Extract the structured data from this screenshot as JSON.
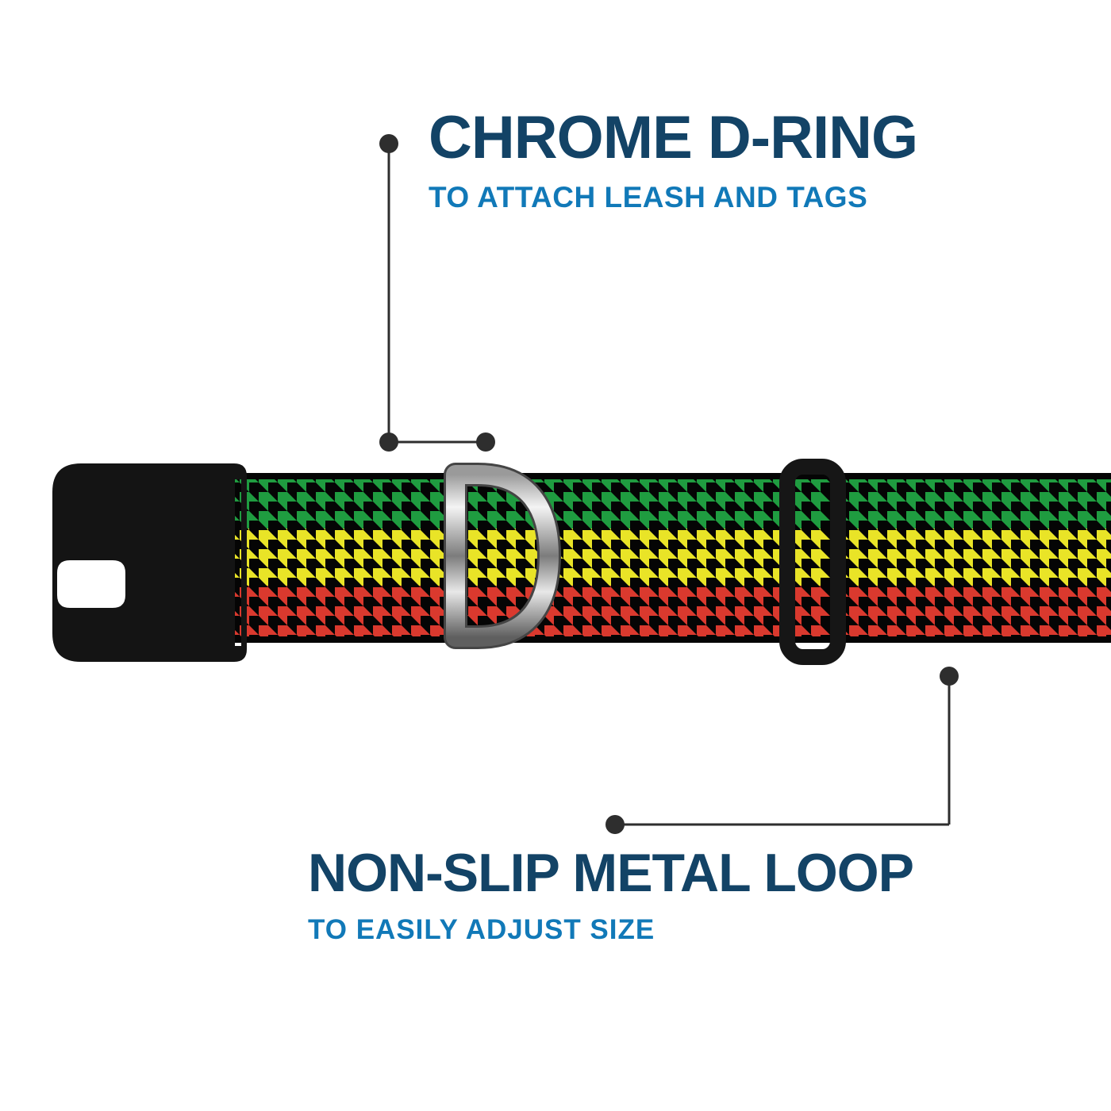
{
  "annotations": {
    "top": {
      "title": "CHROME D-RING",
      "subtitle": "TO ATTACH LEASH AND TAGS"
    },
    "bottom": {
      "title": "NON-SLIP METAL LOOP",
      "subtitle": "TO EASILY ADJUST SIZE"
    }
  },
  "product": {
    "parts": [
      "black-side-release-buckle",
      "rasta-houndstooth-webbing",
      "chrome-d-ring",
      "black-metal-adjuster-loop"
    ]
  },
  "colors": {
    "title_navy": "#134366",
    "subtitle_blue": "#1179b8",
    "callout_gray": "#2e2e2e",
    "webbing_black": "#050505",
    "houndstooth_green": "#1f9c40",
    "houndstooth_yellow": "#e9e427",
    "houndstooth_red": "#da392e",
    "buckle_black": "#141414",
    "loop_black": "#161616",
    "chrome_light": "#f4f4f4",
    "chrome_mid": "#7c7c7c",
    "chrome_dark": "#5f5f5f"
  }
}
